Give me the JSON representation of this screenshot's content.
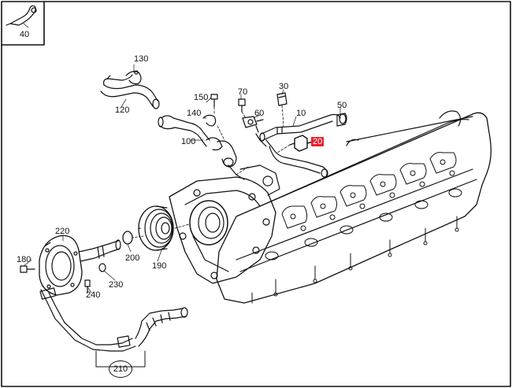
{
  "diagram": {
    "highlight_color": "#e8202a",
    "callouts": {
      "c40": "40",
      "c130": "130",
      "c120": "120",
      "c150": "150",
      "c70": "70",
      "c30": "30",
      "c140": "140",
      "c60": "60",
      "c10": "10",
      "c50": "50",
      "c100": "100",
      "c20": "20",
      "c220": "220",
      "c180": "180",
      "c200": "200",
      "c190": "190",
      "c230": "230",
      "c240": "240",
      "c210": "210"
    }
  }
}
